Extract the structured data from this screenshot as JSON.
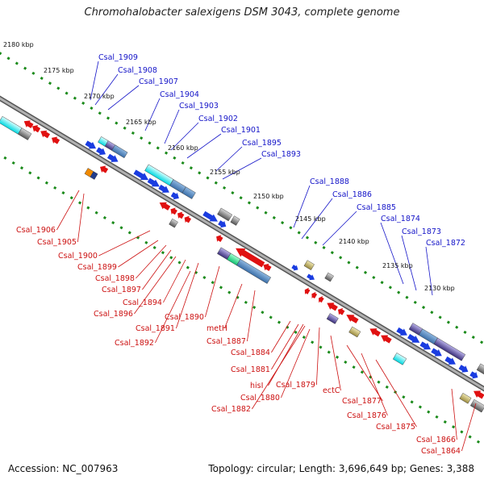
{
  "title": "Chromohalobacter salexigens DSM 3043, complete genome",
  "footer": {
    "accession": "Accession: NC_007963",
    "topology": "Topology: circular; Length: 3,696,649 bp; Genes: 3,388"
  },
  "colors": {
    "label_upper": "#1414c8",
    "label_lower": "#cc1111",
    "forward_gene": "#1a3ce0",
    "reverse_gene": "#e01010",
    "ruler": "#1a8a1a",
    "backbone": "#888888"
  },
  "ruler_labels": [
    "2180 kbp",
    "2175 kbp",
    "2170 kbp",
    "2165 kbp",
    "2160 kbp",
    "2155 kbp",
    "2150 kbp",
    "2145 kbp",
    "2140 kbp",
    "2135 kbp",
    "2130 kbp"
  ],
  "upper_labels": [
    "Csal_1909",
    "Csal_1908",
    "Csal_1907",
    "Csal_1904",
    "Csal_1903",
    "Csal_1902",
    "Csal_1901",
    "Csal_1895",
    "Csal_1893",
    "Csal_1888",
    "Csal_1886",
    "Csal_1885",
    "Csal_1874",
    "Csal_1873",
    "Csal_1872"
  ],
  "lower_labels": [
    "Csal_1906",
    "Csal_1905",
    "Csal_1900",
    "Csal_1899",
    "Csal_1898",
    "Csal_1897",
    "Csal_1896",
    "Csal_1894",
    "Csal_1891",
    "Csal_1892",
    "Csal_1890",
    "metH",
    "Csal_1887",
    "Csal_1884",
    "Csal_1881",
    "hisI",
    "Csal_1880",
    "Csal_1882",
    "Csal_1879",
    "ectC",
    "Csal_1877",
    "Csal_1876",
    "Csal_1875",
    "Csal_1866",
    "Csal_1864"
  ]
}
